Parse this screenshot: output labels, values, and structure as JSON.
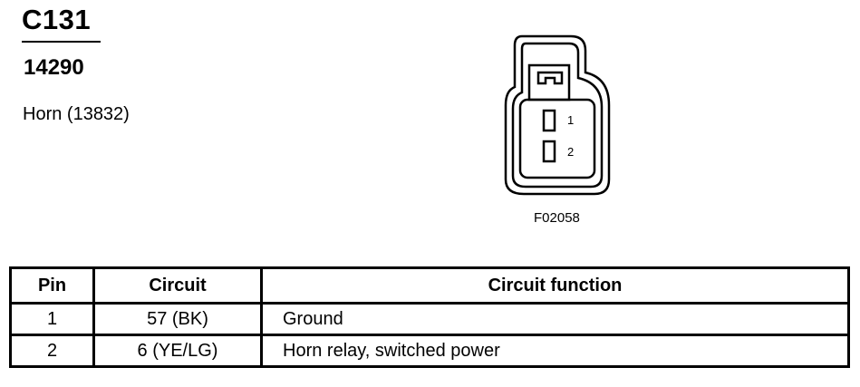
{
  "header": {
    "connector_id": "C131",
    "part_number": "14290",
    "description": "Horn (13832)"
  },
  "figure": {
    "code": "F02058",
    "pin_labels": [
      "1",
      "2"
    ]
  },
  "table": {
    "headers": {
      "pin": "Pin",
      "circuit": "Circuit",
      "function": "Circuit function"
    },
    "rows": [
      {
        "pin": "1",
        "circuit": "57 (BK)",
        "function": "Ground"
      },
      {
        "pin": "2",
        "circuit": "6 (YE/LG)",
        "function": "Horn relay, switched power"
      }
    ]
  }
}
